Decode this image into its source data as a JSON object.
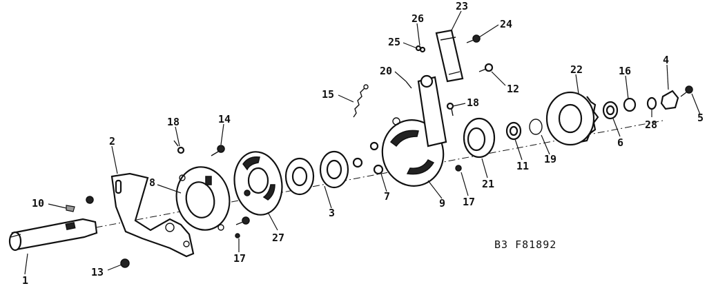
{
  "drawing_code": "B3 F81892",
  "callouts": [
    "1",
    "2",
    "3",
    "4",
    "5",
    "6",
    "7",
    "8",
    "9",
    "10",
    "11",
    "12",
    "13",
    "14",
    "15",
    "16",
    "17",
    "17",
    "18",
    "18",
    "19",
    "20",
    "21",
    "22",
    "23",
    "24",
    "25",
    "26",
    "27",
    "28"
  ],
  "parts": [
    "shaft",
    "bracket",
    "bearing",
    "nut",
    "bolt",
    "washer",
    "ball",
    "hub-plate",
    "pivot-arm",
    "key",
    "washer-ring",
    "screw",
    "nut-small",
    "screw-small",
    "spring",
    "washer-small",
    "pin",
    "pin-eye",
    "snap-ring",
    "pin-small",
    "cup",
    "sprocket",
    "link",
    "bolt-small",
    "pin-tiny",
    "cam-plate",
    "washer-flat"
  ]
}
